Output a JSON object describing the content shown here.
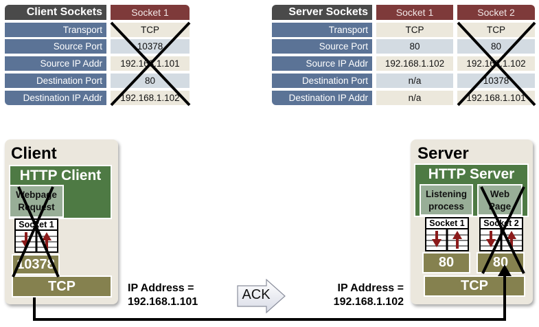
{
  "client_table": {
    "title": "Client Sockets",
    "columns": [
      "Socket 1"
    ],
    "rows": [
      {
        "label": "Transport",
        "values": [
          "TCP"
        ]
      },
      {
        "label": "Source Port",
        "values": [
          "10378"
        ]
      },
      {
        "label": "Source IP Addr",
        "values": [
          "192.168.1.101"
        ]
      },
      {
        "label": "Destination Port",
        "values": [
          "80"
        ]
      },
      {
        "label": "Destination IP Addr",
        "values": [
          "192.168.1.102"
        ]
      }
    ],
    "crossed_out_columns": [
      "Socket 1"
    ]
  },
  "server_table": {
    "title": "Server Sockets",
    "columns": [
      "Socket 1",
      "Socket 2"
    ],
    "rows": [
      {
        "label": "Transport",
        "values": [
          "TCP",
          "TCP"
        ]
      },
      {
        "label": "Source Port",
        "values": [
          "80",
          "80"
        ]
      },
      {
        "label": "Source IP Addr",
        "values": [
          "192.168.1.102",
          "192.168.1.102"
        ]
      },
      {
        "label": "Destination Port",
        "values": [
          "n/a",
          "10378"
        ]
      },
      {
        "label": "Destination IP Addr",
        "values": [
          "n/a",
          "192.168.1.101"
        ]
      }
    ],
    "crossed_out_columns": [
      "Socket 2"
    ]
  },
  "client_host": {
    "title": "Client",
    "app": "HTTP Client",
    "process": "Webpage Request",
    "socket": "Socket 1",
    "port": "10378",
    "transport": "TCP",
    "ip_label": "IP Address =",
    "ip": "192.168.1.101"
  },
  "server_host": {
    "title": "Server",
    "app": "HTTP Server",
    "processes": [
      "Listening process",
      "Web Page"
    ],
    "sockets": [
      "Socket 1",
      "Socket 2"
    ],
    "ports": [
      "80",
      "80"
    ],
    "transport": "TCP",
    "ip_label": "IP Address =",
    "ip": "192.168.1.102"
  },
  "message": {
    "label": "ACK",
    "direction": "client-to-server"
  },
  "colors": {
    "label_blue": "#5b7396",
    "header_red": "#7e3a3a",
    "header_dark": "#4a4a4a",
    "app_green": "#4e7a44",
    "process_sage": "#98ae97",
    "transport_olive": "#85814f",
    "arrow_red": "#8b1a1a"
  }
}
